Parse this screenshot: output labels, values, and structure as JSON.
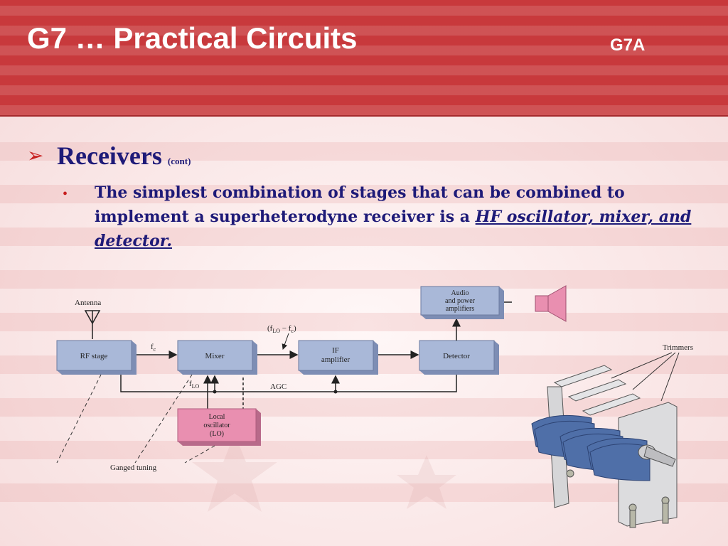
{
  "slide": {
    "title": "G7 … Practical Circuits",
    "code": "G7A"
  },
  "topic": {
    "heading": "Receivers",
    "heading_sub": "(cont)"
  },
  "bullet": {
    "text": "The simplest combination of stages that can be combined to implement a superheterodyne receiver is a ",
    "emphasis": "HF oscillator, mixer, and detector."
  },
  "diagram": {
    "antenna": "Antenna",
    "rf_stage": "RF stage",
    "fc_label": "f",
    "fc_sub": "c",
    "mixer": "Mixer",
    "if_freq_label": "(f",
    "if_freq_lo": "LO",
    "if_freq_mid": " − f",
    "if_freq_c": "c",
    "if_freq_end": ")",
    "if_amp_line1": "IF",
    "if_amp_line2": "amplifier",
    "detector": "Detector",
    "audio_line1": "Audio",
    "audio_line2": "and power",
    "audio_line3": "amplifiers",
    "flo_label": "f",
    "flo_sub": "LO",
    "agc": "AGC",
    "lo_line1": "Local",
    "lo_line2": "oscillator",
    "lo_line3": "(LO)",
    "ganged": "Ganged tuning"
  },
  "capacitor": {
    "trimmers": "Trimmers"
  },
  "colors": {
    "header": "#c8393c",
    "text": "#1e1a78",
    "bullet": "#c81f1f",
    "block_fill": "#a9b8d8",
    "lo_fill": "#e98fb0"
  }
}
